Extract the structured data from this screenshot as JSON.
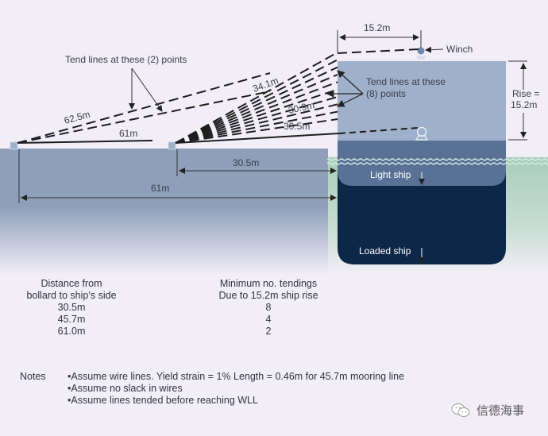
{
  "diagram": {
    "labels": {
      "tend_two": "Tend lines at these (2) points",
      "tend_eight_line1": "Tend lines at these",
      "tend_eight_line2": "(8) points",
      "winch": "Winch",
      "top_width": "15.2m",
      "rise_line1": "Rise =",
      "rise_line2": "15.2m",
      "line_62_5": "62.5m",
      "line_61_top": "61m",
      "line_34_1": "34.1m",
      "line_30_9": "30.9m",
      "line_30_5_top": "30.5m",
      "dim_30_5": "30.5m",
      "dim_61": "61m",
      "light_ship": "Light ship",
      "loaded_ship": "Loaded ship"
    },
    "colors": {
      "background": "#f2eef7",
      "quay": "#8e9fba",
      "ship_upper": "#9fb0cb",
      "ship_mid": "#5a7196",
      "ship_hull": "#0d2748",
      "water": "#a9cdbb",
      "lines": "#1e1e1e"
    }
  },
  "table": {
    "col1_header_line1": "Distance from",
    "col1_header_line2": "bollard to ship’s side",
    "col2_header_line1": "Minimum no. tendings",
    "col2_header_line2": "Due to 15.2m ship rise",
    "rows": [
      {
        "distance": "30.5m",
        "tendings": "8"
      },
      {
        "distance": "45.7m",
        "tendings": "4"
      },
      {
        "distance": "61.0m",
        "tendings": "2"
      }
    ]
  },
  "notes": {
    "label": "Notes",
    "items": [
      "Assume wire lines. Yield strain = 1% Length = 0.46m for 45.7m mooring line",
      "Assume no slack in wires",
      "Assume lines tended before reaching WLL"
    ]
  },
  "watermark": {
    "icon": "wechat-icon",
    "text": "信德海事"
  }
}
